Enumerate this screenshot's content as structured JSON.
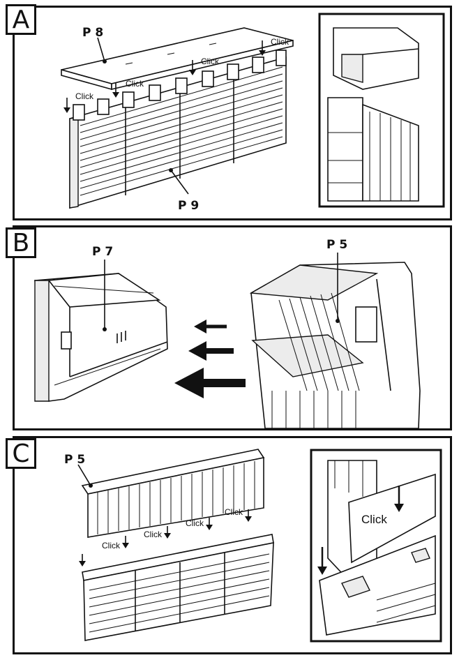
{
  "steps": [
    {
      "letter": "A"
    },
    {
      "letter": "B"
    },
    {
      "letter": "C"
    }
  ],
  "panel_a": {
    "part_top": "P 8",
    "part_bottom": "P 9",
    "click_labels": [
      "Click",
      "Click",
      "Click",
      "Click"
    ]
  },
  "panel_b": {
    "part_left": "P 7",
    "part_right": "P 5"
  },
  "panel_c": {
    "part_top": "P 5",
    "click_labels": [
      "Click",
      "Click",
      "Click",
      "Click"
    ],
    "detail_click": "Click"
  },
  "icons": [
    "down-arrow-icon",
    "left-arrow-icon"
  ]
}
